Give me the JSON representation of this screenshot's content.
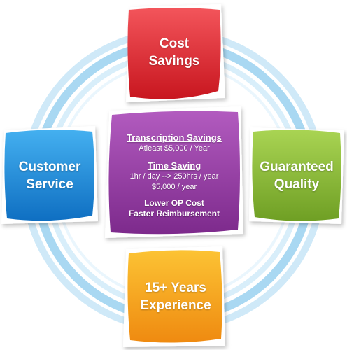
{
  "cards": {
    "top": {
      "lines": [
        "Cost",
        "Savings"
      ],
      "color": "#e8262e"
    },
    "left": {
      "lines": [
        "Customer",
        "Service"
      ],
      "color": "#1b8fe0"
    },
    "right": {
      "lines": [
        "Guaranteed",
        "Quality"
      ],
      "color": "#8fc23a"
    },
    "bottom": {
      "lines": [
        "15+ Years",
        "Experience"
      ],
      "color": "#f6a21a"
    }
  },
  "center": {
    "color": "#9b3fa8",
    "transcription_heading": "Transcription  Savings",
    "transcription_value": "Atleast $5,000 / Year",
    "time_heading": "Time Saving",
    "time_line1": "1hr / day -->  250hrs / year",
    "time_line2": "$5,000 / year",
    "benefit1": "Lower OP Cost",
    "benefit2": "Faster Reimbursement"
  },
  "ring_color": "#a9d8f2"
}
